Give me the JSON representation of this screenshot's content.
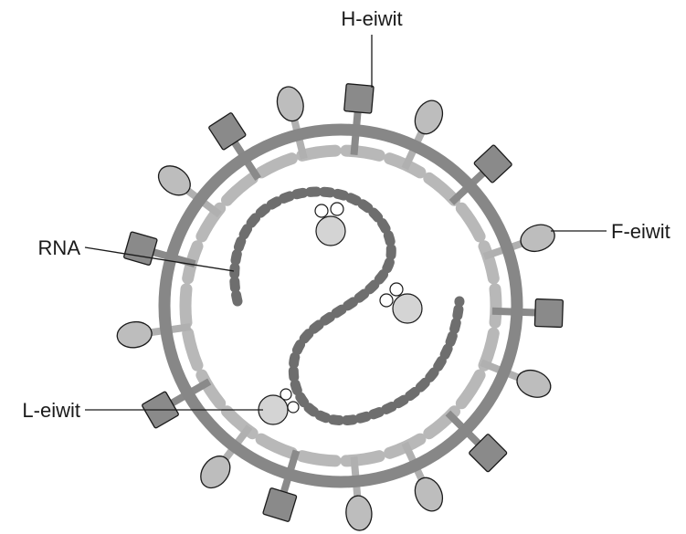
{
  "labels": {
    "h_protein": "H-eiwit",
    "f_protein": "F-eiwit",
    "rna": "RNA",
    "l_protein": "L-eiwit"
  },
  "colors": {
    "envelope": "#878787",
    "matrix": "#b8b8b8",
    "h_protein_fill": "#8a8a8a",
    "f_protein_fill": "#bdbdbd",
    "l_protein_fill": "#d4d4d4",
    "rna": "#6e6e6e",
    "outline": "#1a1a1a"
  }
}
